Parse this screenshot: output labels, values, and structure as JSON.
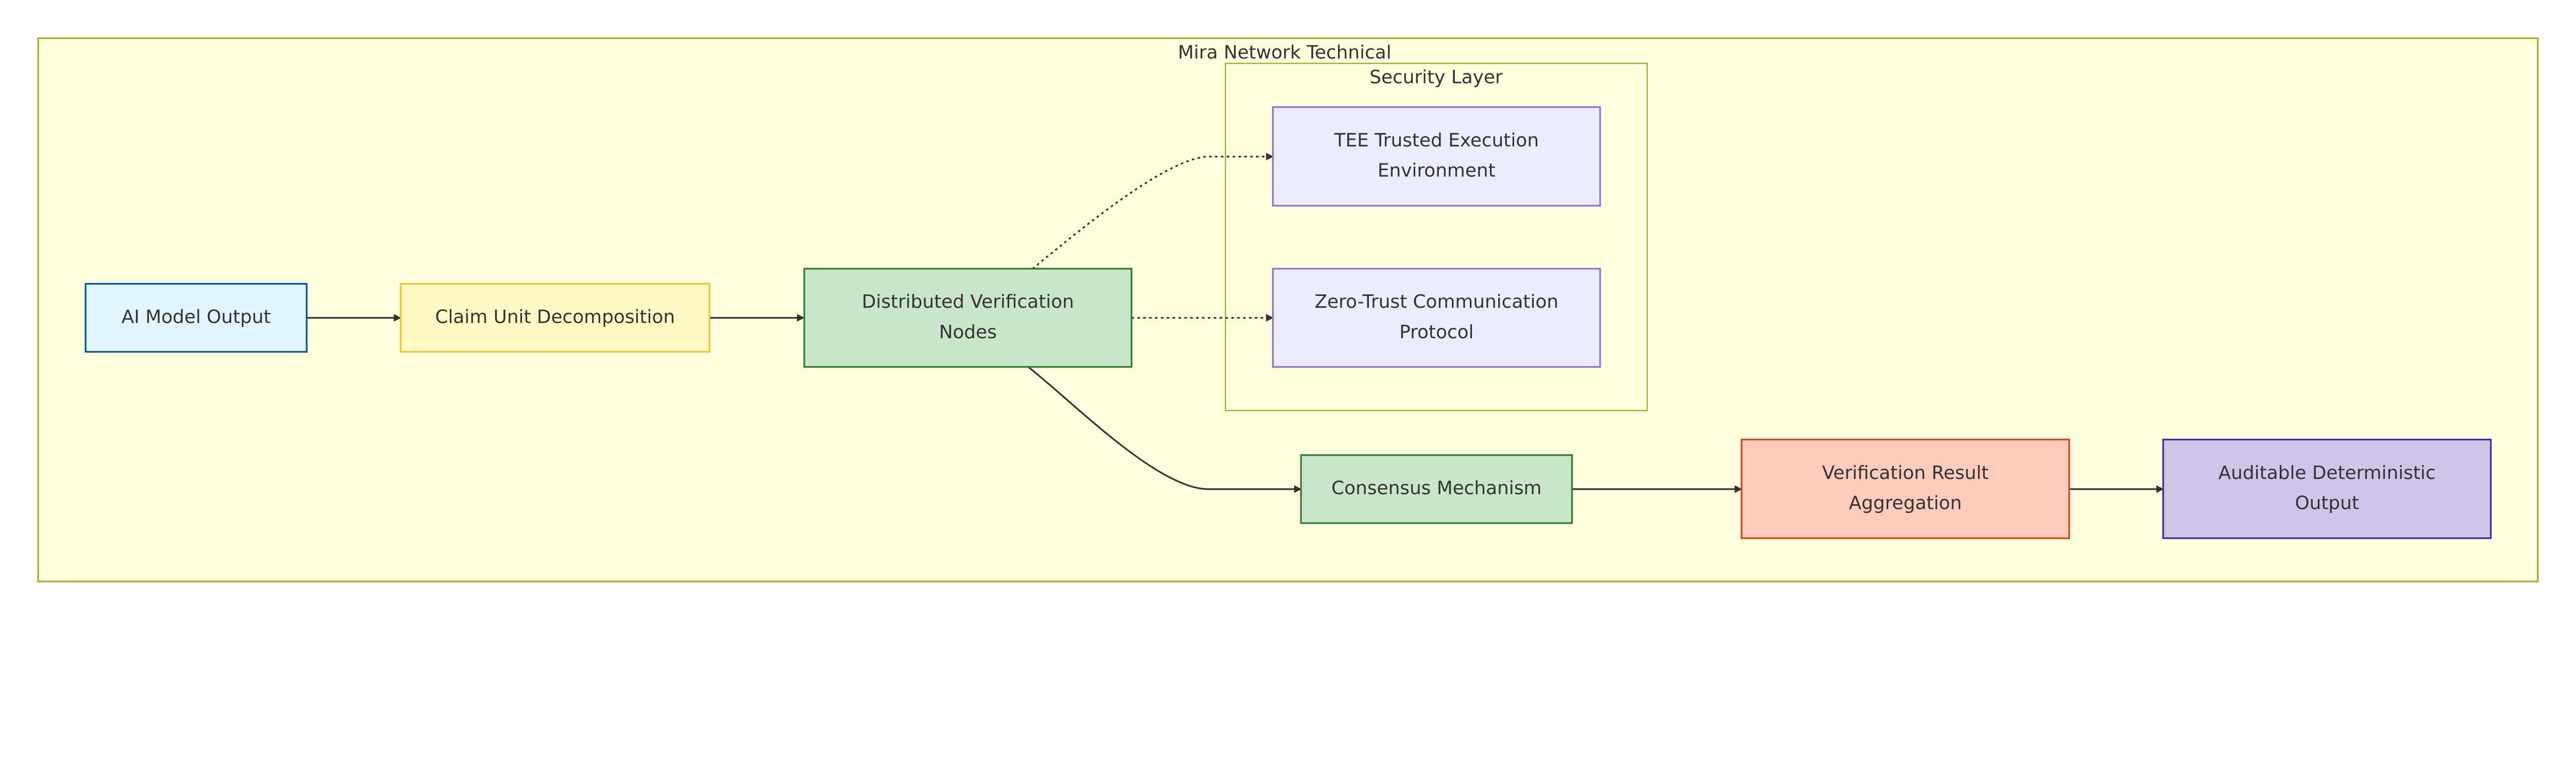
{
  "clusters": {
    "outer": {
      "title": "Mira Network Technical",
      "fill": "#ffffde",
      "stroke": "#aaaa33"
    },
    "security": {
      "title": "Security Layer",
      "fill": "#ffffde",
      "stroke": "#aaaa33"
    }
  },
  "nodes": {
    "ai_output": {
      "lines": [
        "AI Model Output"
      ],
      "fill": "#e1f5fe",
      "stroke": "#01579b"
    },
    "claim": {
      "lines": [
        "Claim Unit Decomposition"
      ],
      "fill": "#fff9c4",
      "stroke": "#fbc02d"
    },
    "distributed": {
      "lines": [
        "Distributed Verification",
        "Nodes"
      ],
      "fill": "#c8e6c9",
      "stroke": "#2e7d32"
    },
    "tee": {
      "lines": [
        "TEE Trusted Execution",
        "Environment"
      ],
      "fill": "#ececff",
      "stroke": "#9370db"
    },
    "zero_trust": {
      "lines": [
        "Zero-Trust Communication",
        "Protocol"
      ],
      "fill": "#ececff",
      "stroke": "#9370db"
    },
    "consensus": {
      "lines": [
        "Consensus Mechanism"
      ],
      "fill": "#c8e6c9",
      "stroke": "#2e7d32"
    },
    "aggregation": {
      "lines": [
        "Verification Result",
        "Aggregation"
      ],
      "fill": "#ffccbc",
      "stroke": "#d84315"
    },
    "auditable": {
      "lines": [
        "Auditable Deterministic",
        "Output"
      ],
      "fill": "#d1c4e9",
      "stroke": "#4527a0"
    }
  },
  "edges": [
    {
      "from": "ai_output",
      "to": "claim",
      "style": "solid"
    },
    {
      "from": "claim",
      "to": "distributed",
      "style": "solid"
    },
    {
      "from": "distributed",
      "to": "tee",
      "style": "dotted"
    },
    {
      "from": "distributed",
      "to": "zero_trust",
      "style": "dotted"
    },
    {
      "from": "distributed",
      "to": "consensus",
      "style": "solid"
    },
    {
      "from": "consensus",
      "to": "aggregation",
      "style": "solid"
    },
    {
      "from": "aggregation",
      "to": "auditable",
      "style": "solid"
    }
  ]
}
